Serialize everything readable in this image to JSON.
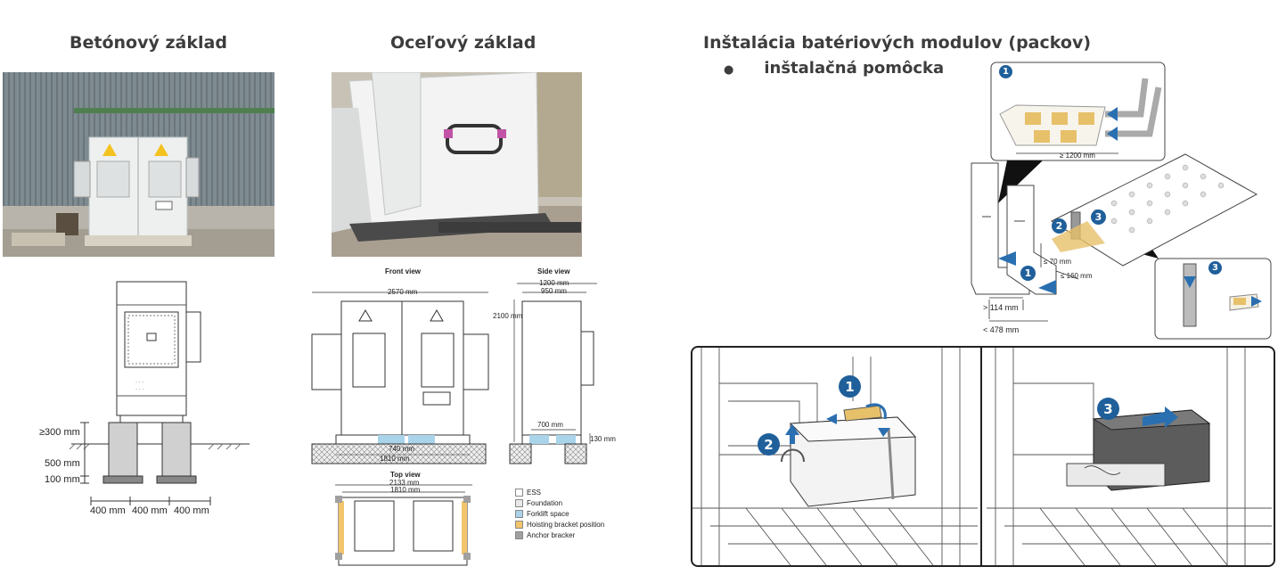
{
  "sections": {
    "concrete_title": "Betónový základ",
    "steel_title": "Oceľový základ",
    "battery_title": "Inštalácia batériových modulov (packov)",
    "battery_bullet": "inštalačná pomôcka"
  },
  "concrete_diagram": {
    "dim_height": "≥300 mm",
    "dim_depth": "500 mm",
    "dim_base": "100 mm",
    "dim_bottom": [
      "400 mm",
      "400 mm",
      "400 mm"
    ]
  },
  "steel_diagram": {
    "front_view": "Front view",
    "side_view": "Side view",
    "top_view": "Top view",
    "front_width": "2570 mm",
    "front_height": "2100 mm",
    "front_inner_740": "740 mm",
    "front_inner_1810": "1810 mm",
    "side_1200": "1200 mm",
    "side_950": "950 mm",
    "side_700": "700 mm",
    "side_130": "130 mm",
    "top_2133": "2133 mm",
    "top_1810": "1810 mm",
    "legend": [
      {
        "label": "ESS",
        "color": "#ffffff"
      },
      {
        "label": "Foundation",
        "color": "#e8e8e8"
      },
      {
        "label": "Forklift space",
        "color": "#a9d4ea"
      },
      {
        "label": "Hoisting bracket position",
        "color": "#f2c46b"
      },
      {
        "label": "Anchor bracker",
        "color": "#a0a0a0"
      }
    ]
  },
  "battery_diagram": {
    "dim_1200": "≥ 1200 mm",
    "dim_70": "≤ 70 mm",
    "dim_160": "≤ 160 mm",
    "dim_114": "> 114 mm",
    "dim_478": "< 478 mm",
    "steps": [
      "1",
      "2",
      "3"
    ]
  },
  "colors": {
    "badge": "#1f5f9a",
    "arrow": "#2a6fb0",
    "forklift": "#a9d4ea",
    "hoist": "#f2c46b"
  }
}
